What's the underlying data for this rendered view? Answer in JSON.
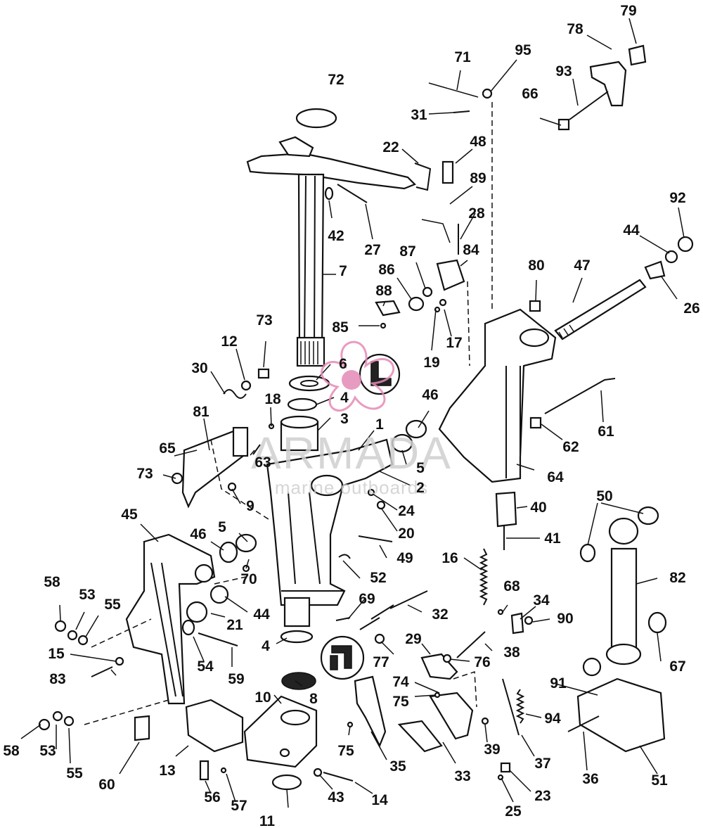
{
  "diagram": {
    "watermark": {
      "line1": "ARMADA",
      "line2": "marine outboards"
    },
    "labels": [
      "1",
      "2",
      "3",
      "4",
      "4",
      "5",
      "5",
      "6",
      "7",
      "8",
      "9",
      "10",
      "11",
      "12",
      "13",
      "14",
      "15",
      "16",
      "17",
      "18",
      "19",
      "20",
      "21",
      "22",
      "23",
      "24",
      "25",
      "26",
      "27",
      "28",
      "29",
      "30",
      "31",
      "32",
      "33",
      "34",
      "35",
      "36",
      "37",
      "38",
      "39",
      "40",
      "41",
      "42",
      "43",
      "44",
      "44",
      "45",
      "46",
      "46",
      "47",
      "48",
      "49",
      "50",
      "51",
      "52",
      "53",
      "53",
      "54",
      "55",
      "55",
      "56",
      "57",
      "58",
      "58",
      "59",
      "60",
      "61",
      "62",
      "63",
      "64",
      "65",
      "66",
      "67",
      "68",
      "69",
      "70",
      "71",
      "72",
      "73",
      "73",
      "74",
      "75",
      "75",
      "76",
      "77",
      "78",
      "79",
      "80",
      "81",
      "82",
      "83",
      "84",
      "85",
      "86",
      "87",
      "88",
      "89",
      "90",
      "91",
      "92",
      "93",
      "94",
      "95"
    ]
  }
}
